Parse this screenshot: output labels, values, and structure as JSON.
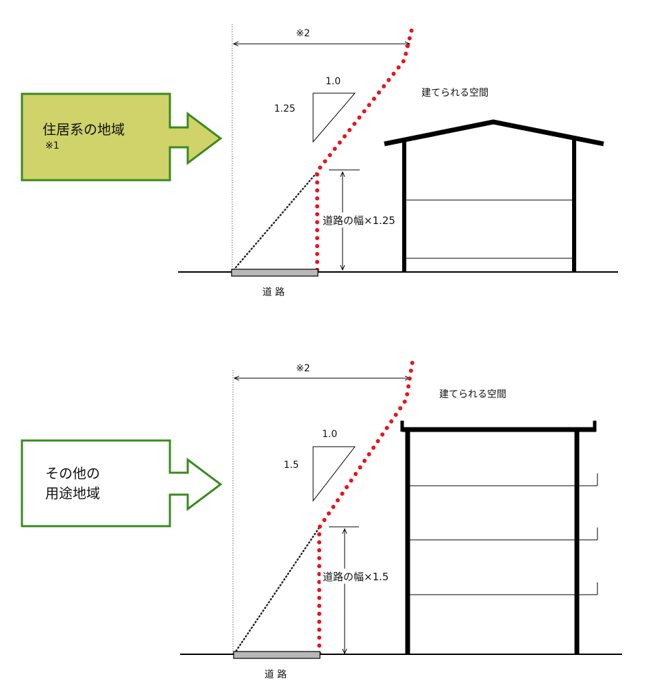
{
  "colors": {
    "arrow_stroke": "#3a8a1e",
    "arrow_fill_residential": "#cfd36a",
    "arrow_fill_other": "#ffffff",
    "setback_line": "#e8141c",
    "road_fill": "#b8b8b8",
    "structure": "#000000"
  },
  "top": {
    "zone_title": "住居系の地域",
    "zone_note": "※1",
    "span_note": "※2",
    "ratio_run": "1.0",
    "ratio_rise": "1.25",
    "buildable_label": "建てられる空間",
    "height_label": "道路の幅×1.25",
    "road_label": "道 路"
  },
  "bottom": {
    "zone_title_line1": "その他の",
    "zone_title_line2": "用途地域",
    "span_note": "※2",
    "ratio_run": "1.0",
    "ratio_rise": "1.5",
    "buildable_label": "建てられる空間",
    "height_label": "道路の幅×1.5",
    "road_label": "道 路"
  }
}
